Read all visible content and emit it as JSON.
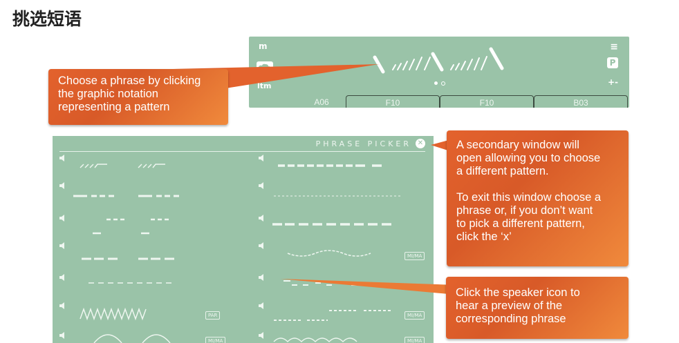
{
  "heading": "挑选短语",
  "panel": {
    "left_buttons": [
      "m",
      "",
      "ltm"
    ],
    "right_buttons": [
      "≡",
      "P",
      "+-"
    ],
    "slots": [
      "A06",
      "F10",
      "F10",
      "B03"
    ]
  },
  "callouts": {
    "notation": "Choose a phrase by clicking\nthe graphic notation\nrepresenting a pattern",
    "window": "A secondary window will\nopen allowing you to choose\na different pattern.\n\nTo exit this window choose a\nphrase or, if you don’t want\nto pick a different pattern,\nclick the ‘x’",
    "speaker": "Click the speaker icon to\nhear a preview of the\ncorresponding phrase"
  },
  "picker": {
    "title": "PHRASE PICKER",
    "close": "✕",
    "tags": [
      "MI/MA",
      "PAR",
      "MI/MA",
      "MI/MA",
      "MI/MA"
    ]
  },
  "colors": {
    "panel_green": "#9ac3a8",
    "callout_orange": "#e3622d"
  }
}
